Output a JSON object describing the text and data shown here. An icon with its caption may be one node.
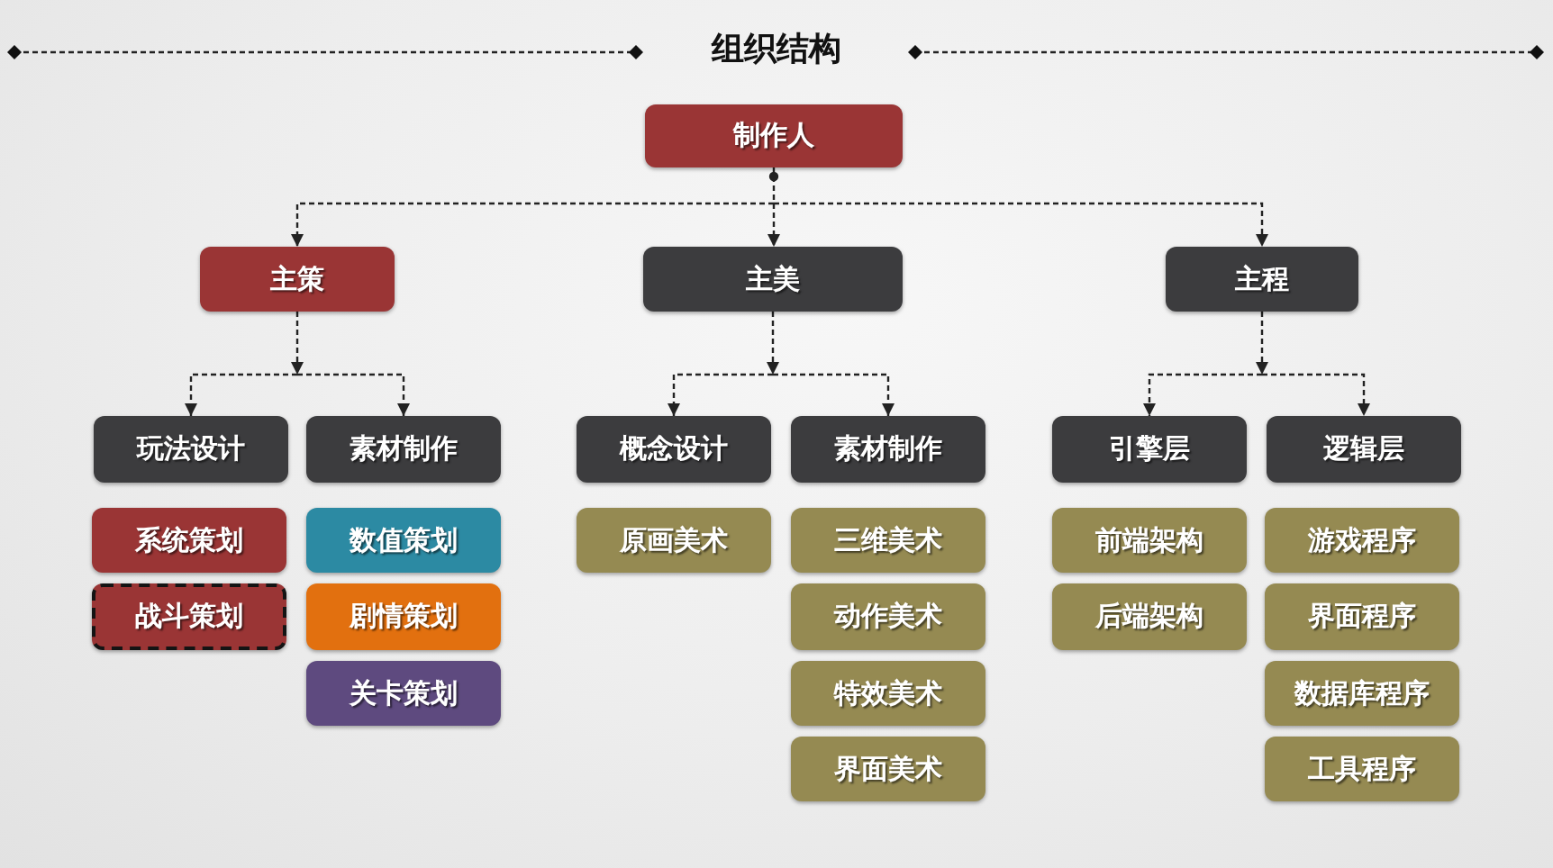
{
  "diagram": {
    "title": "组织结构",
    "nodes": [
      {
        "text": [
          "制作人"
        ]
      },
      {
        "text": [
          "主策"
        ]
      },
      {
        "text": [
          "主美"
        ]
      },
      {
        "text": [
          "主程"
        ]
      },
      {
        "text": [
          "玩法设计"
        ]
      },
      {
        "text": [
          "素材制作"
        ]
      },
      {
        "text": [
          "概念设计"
        ]
      },
      {
        "text": [
          "素材制作"
        ]
      },
      {
        "text": [
          "引擎层"
        ]
      },
      {
        "text": [
          "逻辑层"
        ]
      },
      {
        "text": [
          "系统策划"
        ]
      },
      {
        "text": [
          "战斗策划"
        ]
      },
      {
        "text": [
          "数值策划"
        ]
      },
      {
        "text": [
          "剧情策划"
        ]
      },
      {
        "text": [
          "关卡策划"
        ]
      },
      {
        "text": [
          "原画美术"
        ]
      },
      {
        "text": [
          "三维美术"
        ]
      },
      {
        "text": [
          "动作美术"
        ]
      },
      {
        "text": [
          "特效美术"
        ]
      },
      {
        "text": [
          "界面美术"
        ]
      },
      {
        "text": [
          "前端架构"
        ]
      },
      {
        "text": [
          "后端架构"
        ]
      },
      {
        "text": [
          "游戏程序"
        ]
      },
      {
        "text": [
          "界面程序"
        ]
      },
      {
        "text": [
          "数据库程序"
        ]
      },
      {
        "text": [
          "工具程序"
        ]
      }
    ],
    "edges": [
      {
        "from": 0,
        "to": 1,
        "arrow": "to",
        "style": "dashed"
      },
      {
        "from": 0,
        "to": 2,
        "arrow": "to",
        "style": "dashed"
      },
      {
        "from": 0,
        "to": 3,
        "arrow": "to",
        "style": "dashed"
      },
      {
        "from": 1,
        "to": 4,
        "arrow": "to",
        "style": "dashed"
      },
      {
        "from": 1,
        "to": 5,
        "arrow": "to",
        "style": "dashed"
      },
      {
        "from": 2,
        "to": 6,
        "arrow": "to",
        "style": "dashed"
      },
      {
        "from": 2,
        "to": 7,
        "arrow": "to",
        "style": "dashed"
      },
      {
        "from": 3,
        "to": 8,
        "arrow": "to",
        "style": "dashed"
      },
      {
        "from": 3,
        "to": 9,
        "arrow": "to",
        "style": "dashed"
      }
    ]
  }
}
